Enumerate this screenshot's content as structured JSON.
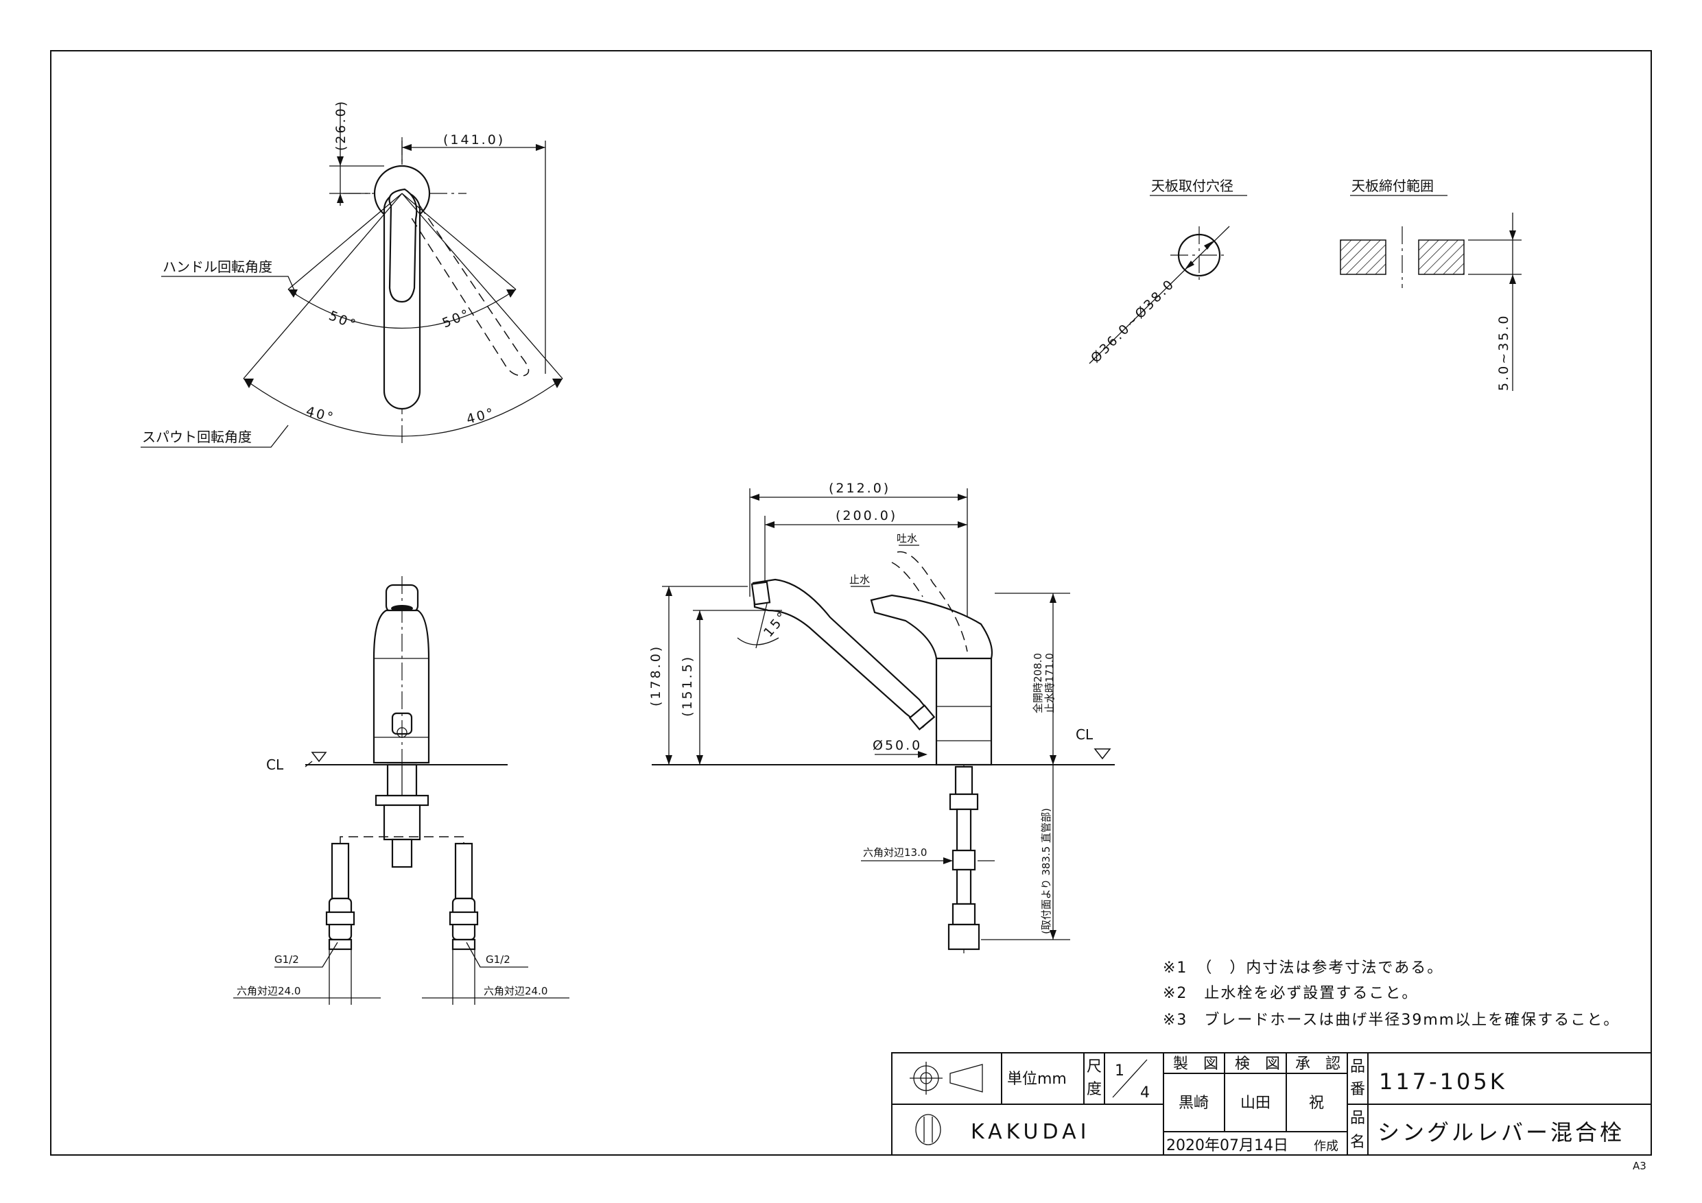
{
  "top_view": {
    "dim_handle_offset": "(26.0)",
    "dim_width": "(141.0)",
    "handle_label": "ハンドル回転角度",
    "spout_label": "スパウト回転角度",
    "angle_handle_left": "50°",
    "angle_handle_right": "50°",
    "angle_spout_left": "40°",
    "angle_spout_right": "40°"
  },
  "hole": {
    "title": "天板取付穴径",
    "diameter": "Ø36.0~Ø38.0"
  },
  "clamp": {
    "title": "天板締付範囲",
    "range": "5.0~35.0"
  },
  "front_view": {
    "cl": "CL",
    "g_left": "G1/2",
    "g_right": "G1/2",
    "hex_left": "六角対辺24.0",
    "hex_right": "六角対辺24.0"
  },
  "side_view": {
    "dim_212": "(212.0)",
    "dim_200": "(200.0)",
    "label_discharge": "吐水",
    "label_stop": "止水",
    "dim_178": "(178.0)",
    "dim_151": "(151.5)",
    "angle_15": "15°",
    "dim_open": "全開時208.0",
    "dim_closed": "止水時171.0",
    "dim_base": "Ø50.0",
    "cl": "CL",
    "hex13": "六角対辺13.0",
    "dim_383": "(取付面より 383.5 直管部)"
  },
  "notes": [
    "※1　（　）内寸法は参考寸法である。",
    "※2　止水栓を必ず設置すること。",
    "※3　ブレードホースは曲げ半径39mm以上を確保すること。"
  ],
  "title_block": {
    "unit": "単位mm",
    "scale_label_1": "尺",
    "scale_label_2": "度",
    "scale_num": "1",
    "scale_den": "4",
    "made_label": "製　図",
    "check_label": "検　図",
    "approve_label": "承　認",
    "made_name": "黒崎",
    "check_name": "山田",
    "approve_name": "祝",
    "part_no_label_1": "品",
    "part_no_label_2": "番",
    "part_no": "117-105K",
    "part_name_label_1": "品",
    "part_name_label_2": "名",
    "part_name": "シングルレバー混合栓",
    "brand": "KAKUDAI",
    "date": "2020年07月14日",
    "created": "作成",
    "sheet": "A3"
  }
}
